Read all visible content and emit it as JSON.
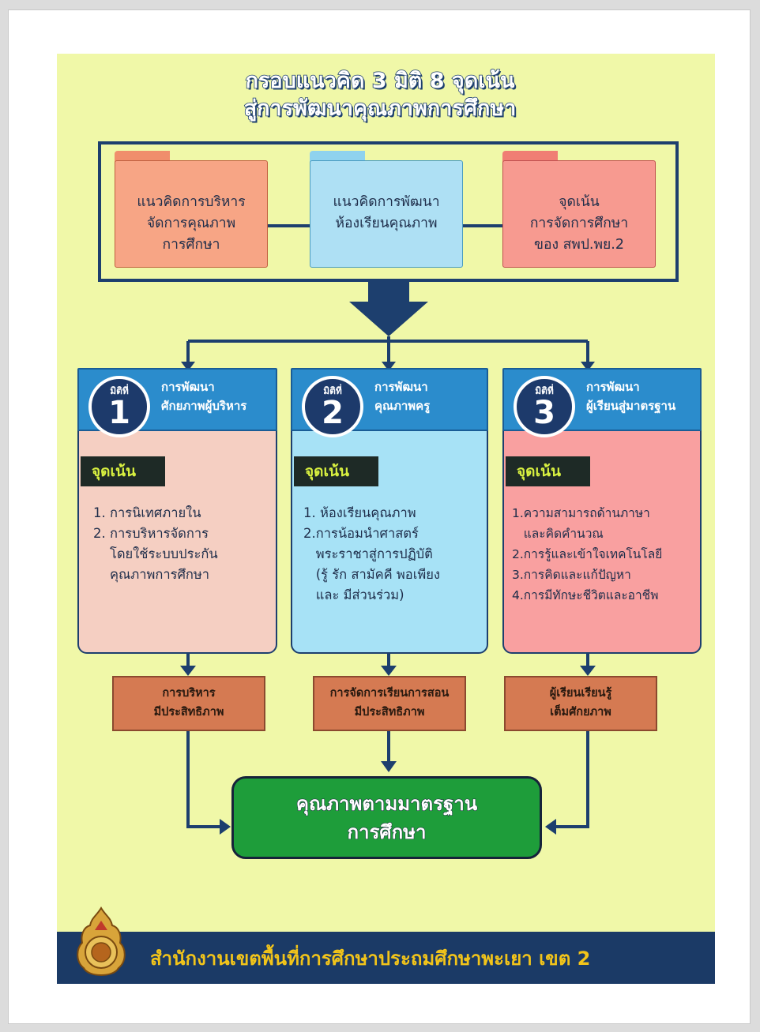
{
  "title": {
    "line1": "กรอบแนวคิด 3 มิติ 8 จุดเน้น",
    "line2": "สู่การพัฒนาคุณภาพการศึกษา"
  },
  "concepts": [
    {
      "line1": "แนวคิดการบริหาร",
      "line2": "จัดการคุณภาพ",
      "line3": "การศึกษา",
      "color": "#f7a585"
    },
    {
      "line1": "แนวคิดการพัฒนา",
      "line2": "ห้องเรียนคุณภาพ",
      "line3": "",
      "color": "#aee0f4"
    },
    {
      "line1": "จุดเน้น",
      "line2": "การจัดการศึกษา",
      "line3": "ของ สพป.พย.2",
      "color": "#f79a90"
    }
  ],
  "dimensions": [
    {
      "label": "มิติที่",
      "number": "1",
      "name1": "การพัฒนา",
      "name2": "ศักยภาพผู้บริหาร",
      "focus": "จุดเน้น",
      "items": [
        "1. การนิเทศภายใน",
        "2. การบริหารจัดการ",
        "    โดยใช้ระบบประกัน",
        "    คุณภาพการศึกษา"
      ],
      "result1": "การบริหาร",
      "result2": "มีประสิทธิภาพ",
      "color": "#f5cfc2"
    },
    {
      "label": "มิติที่",
      "number": "2",
      "name1": "การพัฒนา",
      "name2": "คุณภาพครู",
      "focus": "จุดเน้น",
      "items": [
        "1. ห้องเรียนคุณภาพ",
        "2.การน้อมนำศาสตร์",
        "   พระราชาสู่การปฏิบัติ",
        "   (รู้ รัก สามัคคี พอเพียง",
        "   และ มีส่วนร่วม)"
      ],
      "result1": "การจัดการเรียนการสอน",
      "result2": "มีประสิทธิภาพ",
      "color": "#a7e2f6"
    },
    {
      "label": "มิติที่",
      "number": "3",
      "name1": "การพัฒนา",
      "name2": "ผู้เรียนสู่มาตรฐาน",
      "focus": "จุดเน้น",
      "items": [
        "1.ความสามารถด้านภาษา",
        "   และคิดคำนวณ",
        "2.การรู้และเข้าใจเทคโนโลยี",
        "3.การคิดและแก้ปัญหา",
        "4.การมีทักษะชีวิตและอาชีพ"
      ],
      "result1": "ผู้เรียนเรียนรู้",
      "result2": "เต็มศักยภาพ",
      "color": "#f9a0a0"
    }
  ],
  "final": {
    "line1": "คุณภาพตามมาตรฐาน",
    "line2": "การศึกษา"
  },
  "footer": {
    "text": "สำนักงานเขตพื้นที่การศึกษาประถมศึกษาพะเยา เขต 2"
  },
  "colors": {
    "poster_bg": "#f0f8a8",
    "navy": "#1d3f6e",
    "dim_head": "#2b8ccc",
    "result": "#d57a52",
    "final": "#1e9d3a",
    "footer_text": "#f2c41a"
  }
}
